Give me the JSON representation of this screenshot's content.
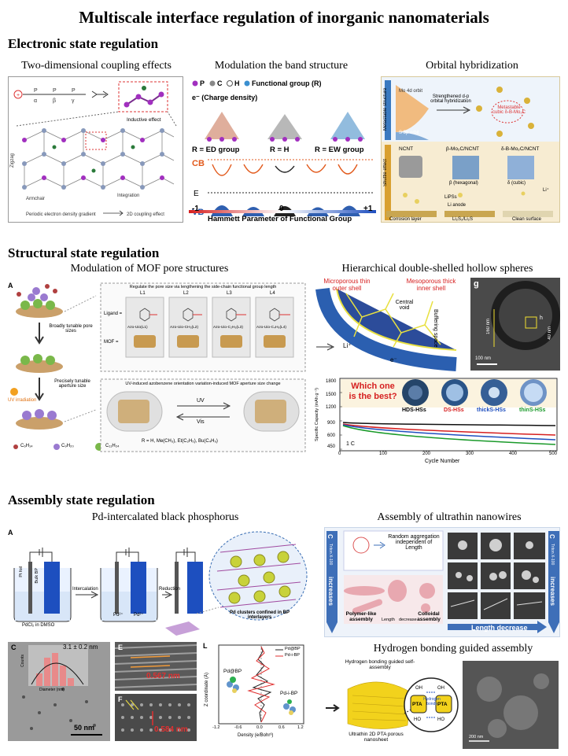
{
  "title": "Multiscale interface regulation of inorganic nanomaterials",
  "sections": {
    "electronic": {
      "heading": "Electronic state regulation",
      "panels": {
        "coupling": {
          "subtitle": "Two-dimensional  coupling  effects",
          "labels": {
            "alpha": "α",
            "beta": "β",
            "gamma": "γ",
            "inductive": "Inductive effect",
            "zigzag": "Zigzag",
            "armchair": "Armchair",
            "integration": "Integration",
            "gradient": "Periodic electron density gradient",
            "coupling2d": "2D coupling effect"
          }
        },
        "band": {
          "subtitle": "Modulation  the band structure",
          "legend": {
            "p": "P",
            "c": "C",
            "h": "H",
            "fg": "Functional group (R)",
            "charge": "e⁻ (Charge density)"
          },
          "groups": [
            "R = ED group",
            "R = H",
            "R = EW group"
          ],
          "cb": "CB",
          "ef": "E",
          "vb": "VB",
          "scale_min": "-1",
          "scale_mid": "0",
          "scale_max": "+1",
          "hammett": "Hammett Parameter of Functional Group"
        },
        "orbital": {
          "subtitle": "Orbital  hybridization",
          "labels": {
            "metastable": "Metastable structure",
            "mo4d": "Mo 4d orbit",
            "s3p": "S 3p orbit",
            "strength": "Strengthened d-p orbital hybridization",
            "cubic": "Metastable cubic δ-B-Mo₂C",
            "shuttle": "Shuttle effect",
            "ncnt": "NCNT",
            "bmo": "β-Mo₂C/NCNT",
            "dmo": "δ-B-Mo₂C/NCNT",
            "hex": "β (hexagonal)",
            "cub": "δ (cubic)",
            "lips": "LiPSs",
            "corrosion": "Corrosion layer",
            "anode": "Li anode",
            "li2s": "Li₂S₂/Li₂S",
            "clean": "Clean surface",
            "li": "Li⁺"
          }
        }
      }
    },
    "structural": {
      "heading": "Structural state regulation",
      "panels": {
        "mof": {
          "subtitle": "Modulation  of  MOF pore structures",
          "panel_letter": "A",
          "top_header": "Regulate the pore size via lengthening the side-chain functional group length",
          "ligands": [
            "L1",
            "L2",
            "L3",
            "L4"
          ],
          "mofs": [
            "Azo-Uio(L1)",
            "Azo-Uio-CH₃(L2)",
            "Azo-Uio-C₂H₅(L3)",
            "Azo-Uio-C₄H₉(L4)"
          ],
          "ligand_label": "Ligand =",
          "mof_label": "MOF =",
          "broad": "Broadly tunable pore sizes",
          "precise": "Precisely tunable aperture size",
          "uv_irr": "UV irradiation",
          "bottom_header": "UV-induced azobenzene orientation variation-induced MOF aperture size change",
          "uv": "UV",
          "vis": "Vis",
          "r_line": "R = H,   Me(CH₃),   Et(C₂H₅),   Bu(C₄H₉)",
          "species": [
            "C₆H₁₄",
            "C₉H₂₀",
            "C₁₁H₂₄"
          ]
        },
        "hollow": {
          "subtitle": "Hierarchical  double-shelled  hollow  spheres",
          "labels": {
            "micro": "Microporous thin outer shell",
            "meso": "Mesoporous thick inner shell",
            "void": "Central void",
            "buffer": "Buffering space",
            "li": "Li⁺",
            "e": "e⁻",
            "g": "g",
            "scale": "100 nm",
            "d1": "160 nm",
            "d2": "40 nm",
            "h": "h"
          },
          "question": "Which one is the best?",
          "spheres": [
            "HDS-HSs",
            "DS-HSs",
            "thickS-HSs",
            "thinS-HSs"
          ],
          "sphere_colors": [
            "#000000",
            "#d62020",
            "#1f4fbf",
            "#1a9a2a"
          ],
          "ylabel": "Specific Capacity (mAh g⁻¹)",
          "xlabel": "Cycle Number",
          "rate": "1 C",
          "yticks": [
            "450",
            "600",
            "900",
            "1200",
            "1500",
            "1800"
          ],
          "xticks": [
            "0",
            "100",
            "200",
            "300",
            "400",
            "500"
          ]
        }
      }
    },
    "assembly": {
      "heading": "Assembly state regulation",
      "panels": {
        "pd": {
          "subtitle": "Pd-intercalated  black  phosphorus",
          "panel_letter": "A",
          "labels": {
            "ptfoil": "Pt foil",
            "bulkbp": "Bulk BP",
            "pdcl2": "PdCl₂ in DMSO",
            "intercalation": "Intercalation",
            "reduction": "Reduction",
            "pd2": "Pd²⁺",
            "pd2b": "Pd²⁺",
            "clusters": "Pd clusters confined in BP interlayers"
          },
          "c_panel": {
            "letter": "C",
            "size": "3.1 ± 0.2 nm",
            "xlabel": "Diameter (nm)",
            "ylabel": "Counts",
            "scale": "50 nm"
          },
          "e_panel": {
            "letter": "E",
            "spacing": "0.567 nm"
          },
          "f_panel": {
            "letter": "F",
            "spacing": "0.584 nm"
          },
          "l_panel": {
            "letter": "L",
            "ylabel": "Z coordinate (Å)",
            "xlabel": "Density (e/Bohr³)",
            "legend": [
              "Pd@BP",
              "Pd-i-BP"
            ],
            "inset1": "Pd@BP",
            "inset2": "Pd-i-BP",
            "xticks": [
              "-1.2",
              "-0.6",
              "0.0",
              "0.6",
              "1.2"
            ],
            "yticks": [
              "12",
              "10",
              "8",
              "6",
              "4",
              "2",
              "0",
              "-2",
              "-4",
              "-6"
            ]
          }
        },
        "nanowire": {
          "subtitle": "Assembly  of  ultrathin  nanowires",
          "labels": {
            "ctriton": "C",
            "ctriton_sub": "Triton X-100",
            "increases": "increases",
            "random": "Random aggregation independent of Length",
            "polymer": "Polymer-like assembly",
            "length": "Length",
            "decrease": "decrease",
            "colloidal": "Colloidal assembly",
            "length_decrease": "Length decrease"
          }
        },
        "hbond": {
          "subtitle": "Hydrogen bonding guided assembly",
          "labels": {
            "guided": "Hydrogen bonding guided self-assembly",
            "nanosheet": "Ultrathin 2D PTA porous nanosheet",
            "hbonds": "Hydrogen bonds",
            "pta": "PTA",
            "oh": "OH",
            "ho": "HO",
            "scale": "200 nm"
          }
        }
      }
    }
  }
}
